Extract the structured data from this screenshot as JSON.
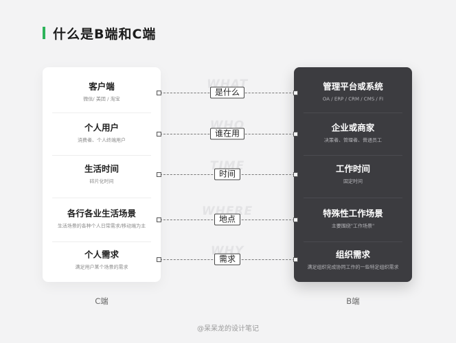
{
  "title": "什么是B端和C端",
  "colors": {
    "accent": "#2db35a",
    "b_card": "#3c3c40",
    "c_card": "#ffffff"
  },
  "c_side": {
    "label": "C端",
    "items": [
      {
        "main": "客户端",
        "sub": "微信/ 美团 / 淘宝"
      },
      {
        "main": "个人用户",
        "sub": "消费者、个人终端用户"
      },
      {
        "main": "生活时间",
        "sub": "碎片化时间"
      },
      {
        "main": "各行各业生活场景",
        "sub": "生活场景的各种个人日常需求/移动端为主"
      },
      {
        "main": "个人需求",
        "sub": "满足用户某个场景的需求"
      }
    ]
  },
  "b_side": {
    "label": "B端",
    "items": [
      {
        "main": "管理平台或系统",
        "sub": "OA / ERP / CRM / CMS / FI"
      },
      {
        "main": "企业或商家",
        "sub": "决策者、管理者、普通员工"
      },
      {
        "main": "工作时间",
        "sub": "固定时间"
      },
      {
        "main": "特殊性工作场景",
        "sub": "主要围绕\"工作场景\""
      },
      {
        "main": "组织需求",
        "sub": "满足组织完成协同工作的一些特定组织需求"
      }
    ]
  },
  "connectors": [
    {
      "ghost": "WHAT",
      "label": "是什么"
    },
    {
      "ghost": "WHO",
      "label": "谁在用"
    },
    {
      "ghost": "TIME",
      "label": "时间"
    },
    {
      "ghost": "WHERE",
      "label": "地点"
    },
    {
      "ghost": "WHY",
      "label": "需求"
    }
  ],
  "credit": "@呆呆龙的设计笔记"
}
